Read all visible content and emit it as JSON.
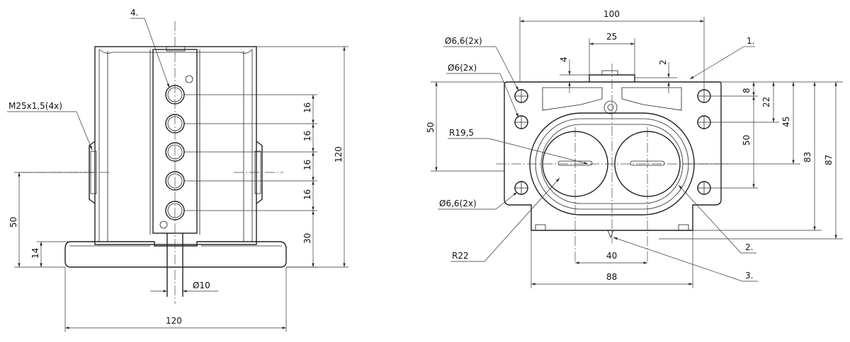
{
  "front_view": {
    "callout": "4.",
    "thread": "M25x1,5(4x)",
    "dim_width": "120",
    "dim_height": "120",
    "dim_axis_height": "50",
    "dim_base": "14",
    "dim_bottom_pitch": "30",
    "dim_pitch": [
      "16",
      "16",
      "16",
      "16"
    ],
    "dim_shaft": "Ø10"
  },
  "side_view": {
    "dim_top_width": "100",
    "dim_plunger_width": "25",
    "dim_4": "4",
    "dim_2": "2",
    "hole_top": "Ø6,6(2x)",
    "hole_mid": "Ø6(2x)",
    "hole_bottom": "Ø6,6(2x)",
    "radius_inner": "R19,5",
    "radius_outer": "R22",
    "dim_left_50": "50",
    "dim_8": "8",
    "dim_22": "22",
    "dim_right_50": "50",
    "dim_45": "45",
    "dim_83": "83",
    "dim_87": "87",
    "dim_40": "40",
    "dim_88": "88",
    "callout_1": "1.",
    "callout_2": "2.",
    "callout_3": "3."
  }
}
